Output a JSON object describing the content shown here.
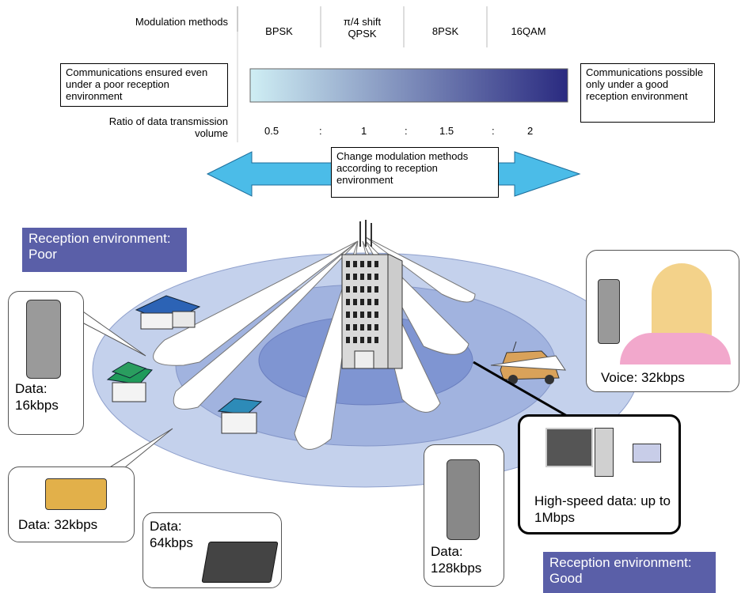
{
  "header": {
    "row_label": "Modulation methods",
    "methods": [
      "BPSK",
      "π/4 shift QPSK",
      "8PSK",
      "16QAM"
    ],
    "ratio_label": "Ratio of data transmission volume",
    "ratios": [
      "0.5",
      ":",
      "1",
      ":",
      "1.5",
      ":",
      "2"
    ],
    "left_note": "Communications ensured even under a poor reception environment",
    "right_note": "Communications possible only under a good reception environment",
    "arrow_note": "Change modulation methods according to reception environment"
  },
  "colors": {
    "gradient_start": "#cfeef4",
    "gradient_end": "#2a2a80",
    "arrow_fill": "#4bbce8",
    "env_box": "#5a5fa8"
  },
  "env": {
    "poor": "Reception environment: Poor",
    "good": "Reception environment: Good"
  },
  "devices": {
    "data16": "Data: 16kbps",
    "data32": "Data: 32kbps",
    "data64": "Data: 64kbps",
    "data128": "Data: 128kbps",
    "highspeed": "High-speed data: up to 1Mbps",
    "voice": "Voice: 32kbps"
  }
}
